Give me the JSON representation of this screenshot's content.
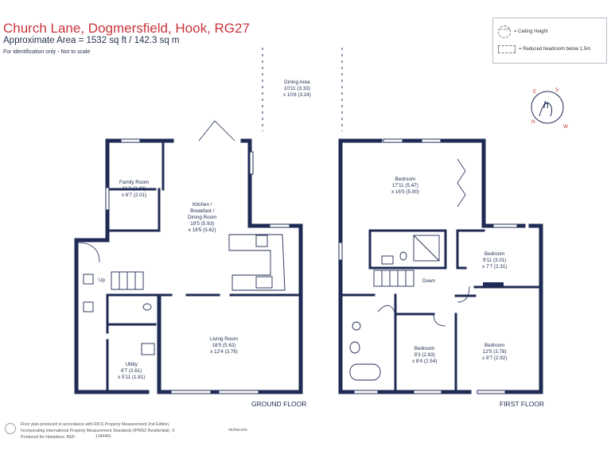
{
  "header": {
    "title": "Church Lane, Dogmersfield, Hook, RG27",
    "area": "Approximate Area = 1532 sq ft / 142.3 sq m",
    "identification": "For identification only - Not to scale"
  },
  "legend": {
    "ceiling_icon_text": "CH 00'00",
    "ceiling_height": "= Ceiling Height",
    "reduced_headroom": "= Reduced headroom below 1.5m"
  },
  "compass": {
    "letters": [
      "S",
      "W",
      "N",
      "E"
    ],
    "center": "h"
  },
  "ground_floor": {
    "label": "GROUND FLOOR",
    "rooms": [
      {
        "name": "Family Room",
        "dims": [
          "11'2 (3.40)",
          "x 6'7 (2.01)"
        ]
      },
      {
        "name": "Kitchen /",
        "dims": [
          "Breakfast /",
          "Dining Room",
          "19'5 (5.93)",
          "x 18'5 (5.62)"
        ]
      },
      {
        "name": "Living Room",
        "dims": [
          "18'5 (5.62)",
          "x 12'4 (3.76)"
        ]
      },
      {
        "name": "Utility",
        "dims": [
          "8'7 (2.61)",
          "x 5'11 (1.81)"
        ]
      },
      {
        "name": "Dining Area",
        "dims": [
          "10'11 (3.33)",
          "x 10'8 (3.24)"
        ]
      }
    ],
    "stairs_label": "Up"
  },
  "first_floor": {
    "label": "FIRST FLOOR",
    "rooms": [
      {
        "name": "Bedroom",
        "dims": [
          "17'11 (5.47)",
          "x 16'5 (5.00)"
        ]
      },
      {
        "name": "Bedroom",
        "dims": [
          "9'11 (3.01)",
          "x 7'7 (2.31)"
        ]
      },
      {
        "name": "Bedroom",
        "dims": [
          "9'3 (2.83)",
          "x 8'4 (2.54)"
        ]
      },
      {
        "name": "Bedroom",
        "dims": [
          "12'5 (3.78)",
          "x 9'7 (2.92)"
        ]
      }
    ],
    "stairs_label": "Down"
  },
  "footer": {
    "lines": [
      "Floor plan produced in accordance with RICS Property Measurement 2nd Edition,",
      "Incorporating International Property Measurement Standards (IPMS2 Residential).  ©",
      "Produced for Hamptons.   REF:"
    ],
    "ref": "1344461",
    "brand": "nichecom"
  },
  "colors": {
    "title": "#c8343a",
    "wall": "#1f2b55",
    "text": "#1d2b4f"
  }
}
